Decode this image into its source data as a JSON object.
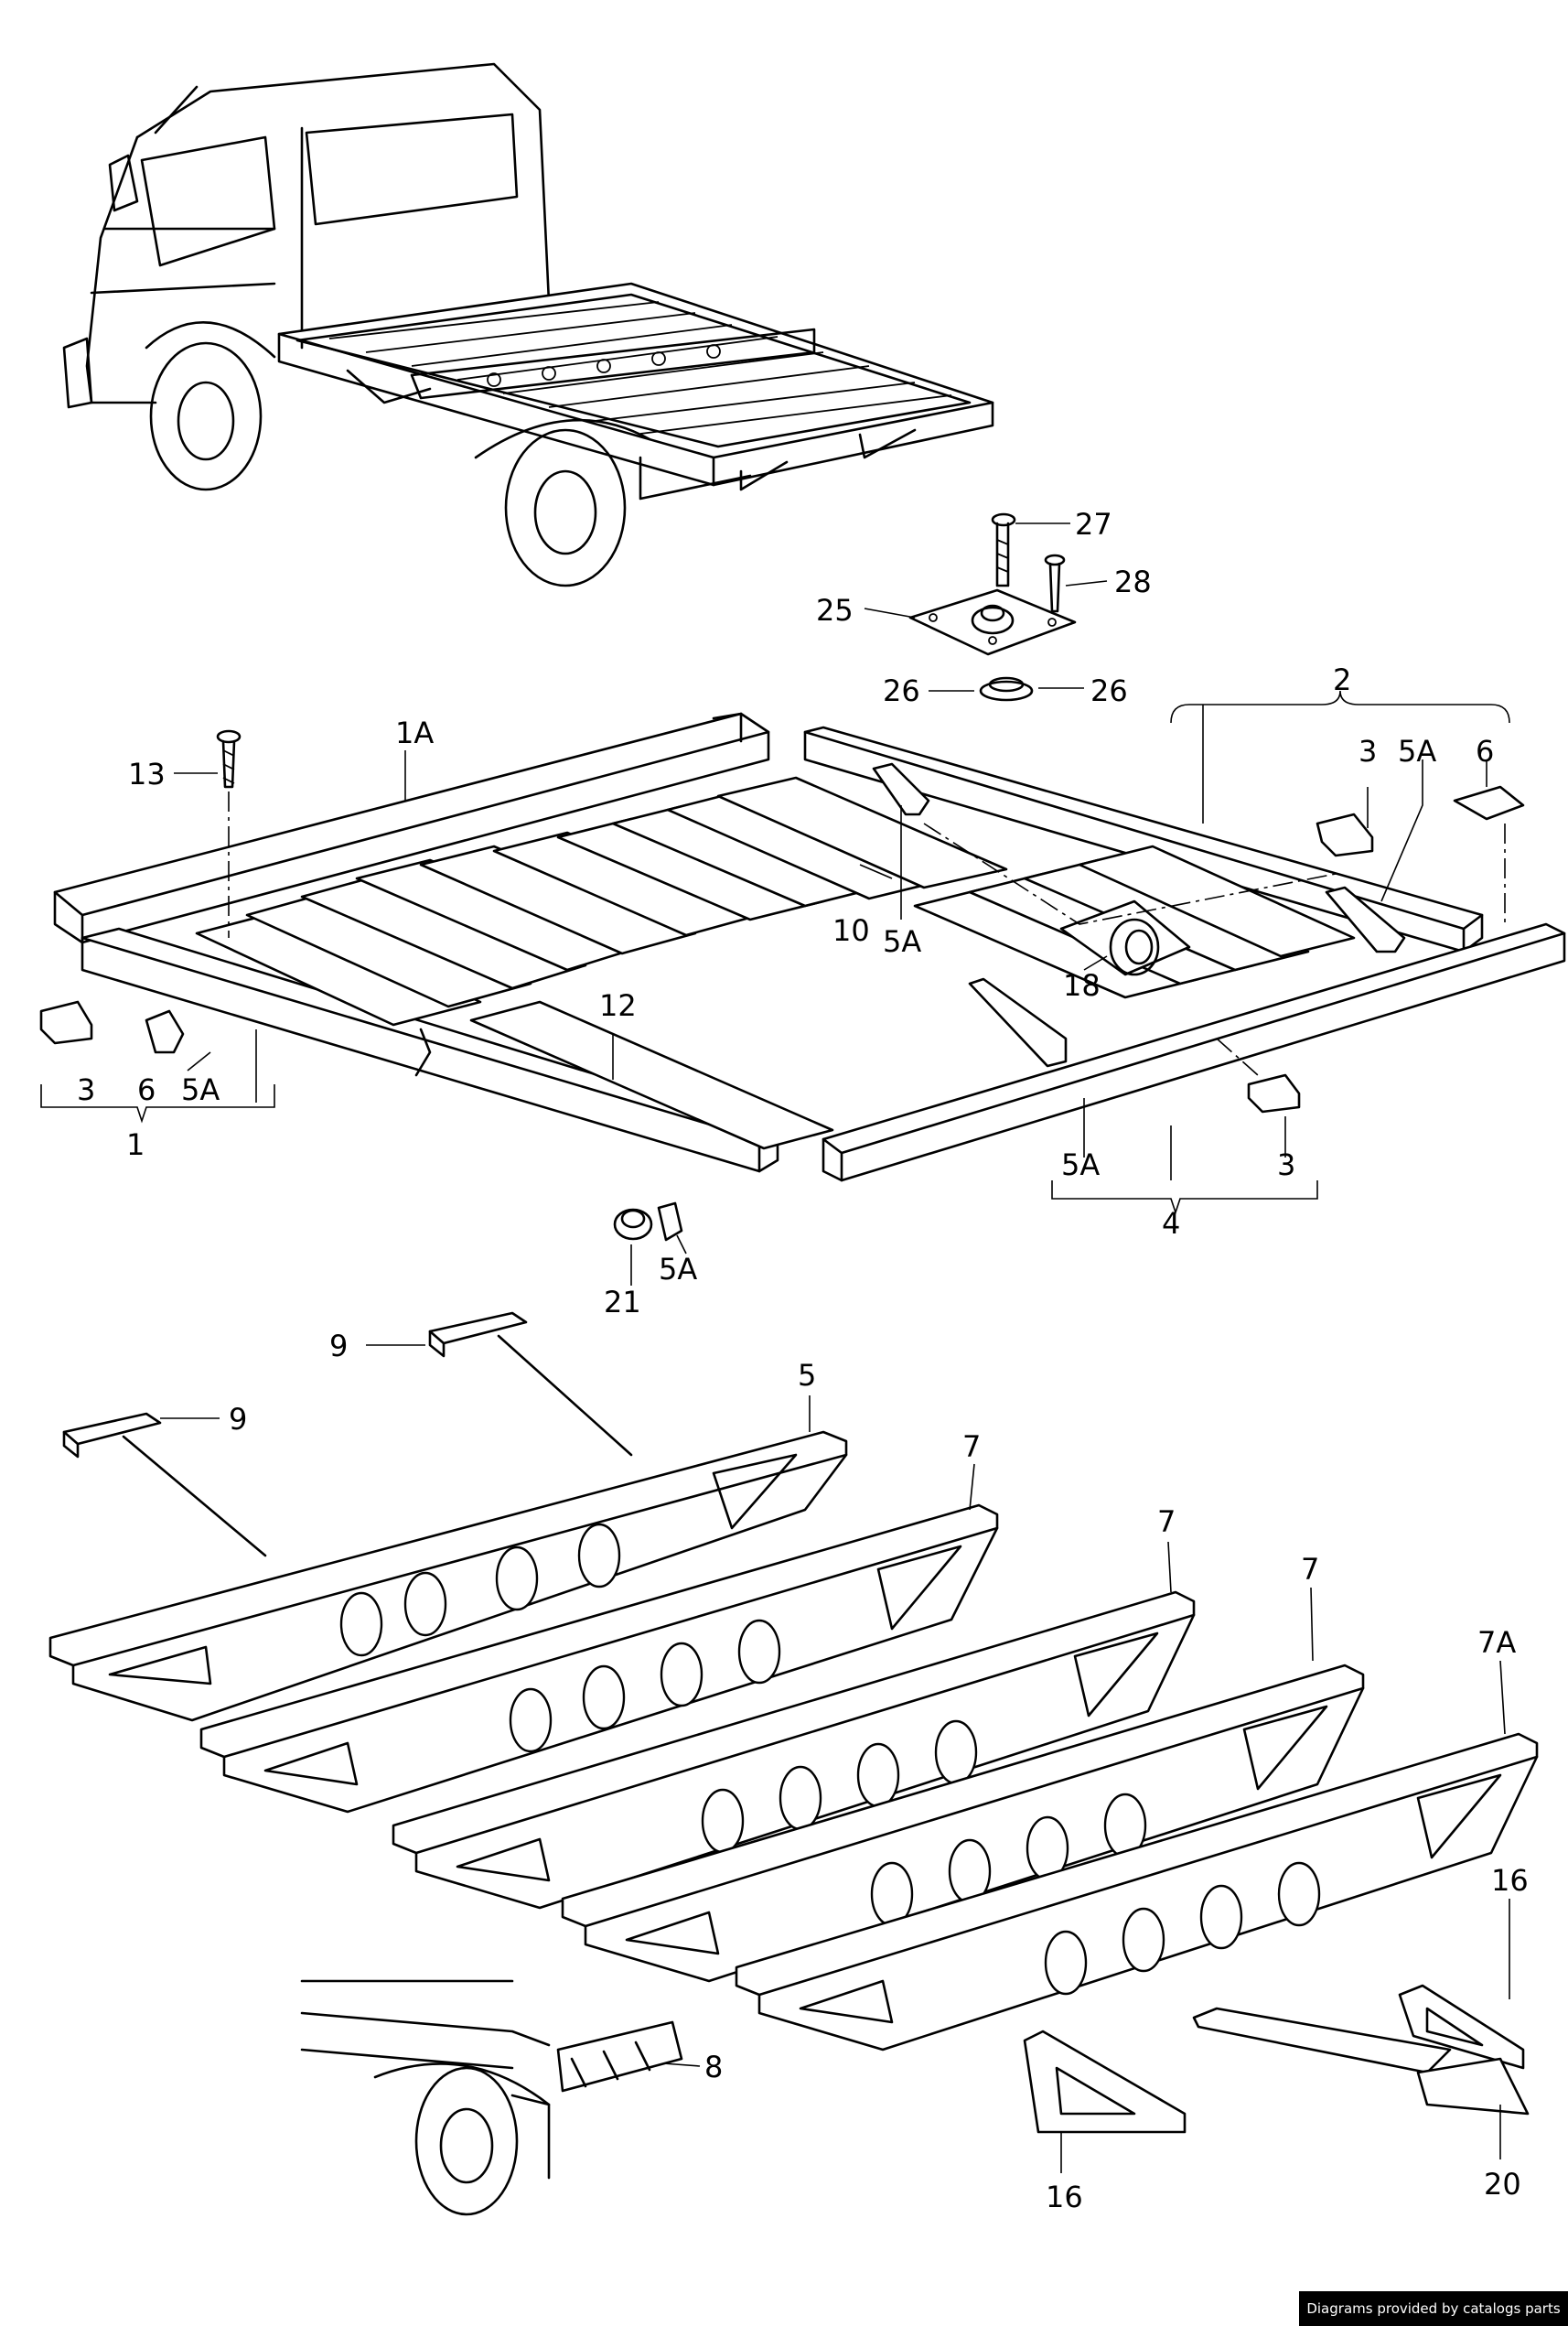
{
  "callouts": {
    "c27": "27",
    "c28": "28",
    "c25": "25",
    "c26a": "26",
    "c26b": "26",
    "c2": "2",
    "c1A": "1A",
    "c13": "13",
    "c3_tr": "3",
    "c5A_tr": "5A",
    "c6_tr": "6",
    "c10": "10",
    "c5A_mid": "5A",
    "c18": "18",
    "c12": "12",
    "c3_l": "3",
    "c6_l": "6",
    "c5A_l": "5A",
    "c1": "1",
    "c5A_r": "5A",
    "c3_r": "3",
    "c4": "4",
    "c21": "21",
    "c5A_b": "5A",
    "c9a": "9",
    "c9b": "9",
    "c5": "5",
    "c7a": "7",
    "c7b": "7",
    "c7c": "7",
    "c7A": "7A",
    "c16a": "16",
    "c16b": "16",
    "c8": "8",
    "c20": "20"
  },
  "watermark": "Diagrams provided by catalogs parts"
}
